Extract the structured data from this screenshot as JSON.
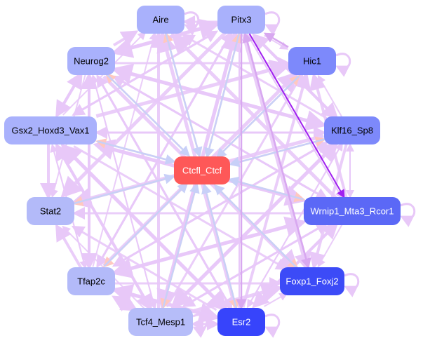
{
  "diagram": {
    "type": "directed-network",
    "center_node": "Ctcfl_Ctcf",
    "colors": {
      "edge_default": "#e8c8f8",
      "edge_highlight_red": "#ffc8c0",
      "edge_highlight_blue": "#c8d0f8",
      "edge_strong_purple": "#a020f0",
      "edge_mid_purple": "#d8a8f0"
    },
    "nodes": [
      {
        "id": "Aire",
        "label": "Aire",
        "fill": "#a9b1fc",
        "text_color": "#000000"
      },
      {
        "id": "Pitx3",
        "label": "Pitx3",
        "fill": "#a9b1fc",
        "text_color": "#000000"
      },
      {
        "id": "Neurog2",
        "label": "Neurog2",
        "fill": "#a9b1fc",
        "text_color": "#000000"
      },
      {
        "id": "Hic1",
        "label": "Hic1",
        "fill": "#7d89fb",
        "text_color": "#000000"
      },
      {
        "id": "Gsx2_Hoxd3_Vax1",
        "label": "Gsx2_Hoxd3_Vax1",
        "fill": "#a9b1fc",
        "text_color": "#000000"
      },
      {
        "id": "Klf16_Sp8",
        "label": "Klf16_Sp8",
        "fill": "#7d89fb",
        "text_color": "#000000"
      },
      {
        "id": "Ctcfl_Ctcf",
        "label": "Ctcfl_Ctcf",
        "fill": "#fe5858",
        "text_color": "#ffffff"
      },
      {
        "id": "Stat2",
        "label": "Stat2",
        "fill": "#b3baf9",
        "text_color": "#000000"
      },
      {
        "id": "Wrnip1_Mta3_Rcor1",
        "label": "Wrnip1_Mta3_Rcor1",
        "fill": "#5b68f6",
        "text_color": "#ffffff"
      },
      {
        "id": "Tfap2c",
        "label": "Tfap2c",
        "fill": "#b3baf9",
        "text_color": "#000000"
      },
      {
        "id": "Foxp1_Foxj2",
        "label": "Foxp1_Foxj2",
        "fill": "#3c4bf7",
        "text_color": "#ffffff"
      },
      {
        "id": "Tcf4_Mesp1",
        "label": "Tcf4_Mesp1",
        "fill": "#b6bdf9",
        "text_color": "#000000"
      },
      {
        "id": "Esr2",
        "label": "Esr2",
        "fill": "#3744fb",
        "text_color": "#ffffff"
      }
    ],
    "self_loops": [
      "Aire",
      "Pitx3",
      "Hic1",
      "Wrnip1_Mta3_Rcor1",
      "Foxp1_Foxj2",
      "Esr2",
      "Tcf4_Mesp1"
    ],
    "edges": [
      {
        "from": "Ctcfl_Ctcf",
        "to": "Aire",
        "kind": "red"
      },
      {
        "from": "Ctcfl_Ctcf",
        "to": "Pitx3",
        "kind": "red"
      },
      {
        "from": "Ctcfl_Ctcf",
        "to": "Neurog2",
        "kind": "red"
      },
      {
        "from": "Ctcfl_Ctcf",
        "to": "Hic1",
        "kind": "red"
      },
      {
        "from": "Ctcfl_Ctcf",
        "to": "Gsx2_Hoxd3_Vax1",
        "kind": "red"
      },
      {
        "from": "Ctcfl_Ctcf",
        "to": "Klf16_Sp8",
        "kind": "red"
      },
      {
        "from": "Ctcfl_Ctcf",
        "to": "Stat2",
        "kind": "red"
      },
      {
        "from": "Ctcfl_Ctcf",
        "to": "Wrnip1_Mta3_Rcor1",
        "kind": "red"
      },
      {
        "from": "Ctcfl_Ctcf",
        "to": "Tfap2c",
        "kind": "red"
      },
      {
        "from": "Ctcfl_Ctcf",
        "to": "Foxp1_Foxj2",
        "kind": "red"
      },
      {
        "from": "Ctcfl_Ctcf",
        "to": "Tcf4_Mesp1",
        "kind": "red"
      },
      {
        "from": "Ctcfl_Ctcf",
        "to": "Esr2",
        "kind": "red"
      },
      {
        "from": "Aire",
        "to": "Ctcfl_Ctcf",
        "kind": "blue"
      },
      {
        "from": "Pitx3",
        "to": "Ctcfl_Ctcf",
        "kind": "blue"
      },
      {
        "from": "Neurog2",
        "to": "Ctcfl_Ctcf",
        "kind": "blue"
      },
      {
        "from": "Hic1",
        "to": "Ctcfl_Ctcf",
        "kind": "blue"
      },
      {
        "from": "Gsx2_Hoxd3_Vax1",
        "to": "Ctcfl_Ctcf",
        "kind": "blue"
      },
      {
        "from": "Klf16_Sp8",
        "to": "Ctcfl_Ctcf",
        "kind": "blue"
      },
      {
        "from": "Stat2",
        "to": "Ctcfl_Ctcf",
        "kind": "blue"
      },
      {
        "from": "Wrnip1_Mta3_Rcor1",
        "to": "Ctcfl_Ctcf",
        "kind": "blue"
      },
      {
        "from": "Tfap2c",
        "to": "Ctcfl_Ctcf",
        "kind": "blue"
      },
      {
        "from": "Foxp1_Foxj2",
        "to": "Ctcfl_Ctcf",
        "kind": "blue"
      },
      {
        "from": "Tcf4_Mesp1",
        "to": "Ctcfl_Ctcf",
        "kind": "blue"
      },
      {
        "from": "Esr2",
        "to": "Ctcfl_Ctcf",
        "kind": "blue"
      },
      {
        "from": "Pitx3",
        "to": "Wrnip1_Mta3_Rcor1",
        "kind": "strong"
      },
      {
        "from": "Pitx3",
        "to": "Foxp1_Foxj2",
        "kind": "mid"
      },
      {
        "from": "Pitx3",
        "to": "Esr2",
        "kind": "mid"
      },
      {
        "from": "Hic1",
        "to": "Pitx3",
        "kind": "mid"
      },
      {
        "from": "Foxp1_Foxj2",
        "to": "Pitx3",
        "kind": "mid"
      }
    ]
  }
}
